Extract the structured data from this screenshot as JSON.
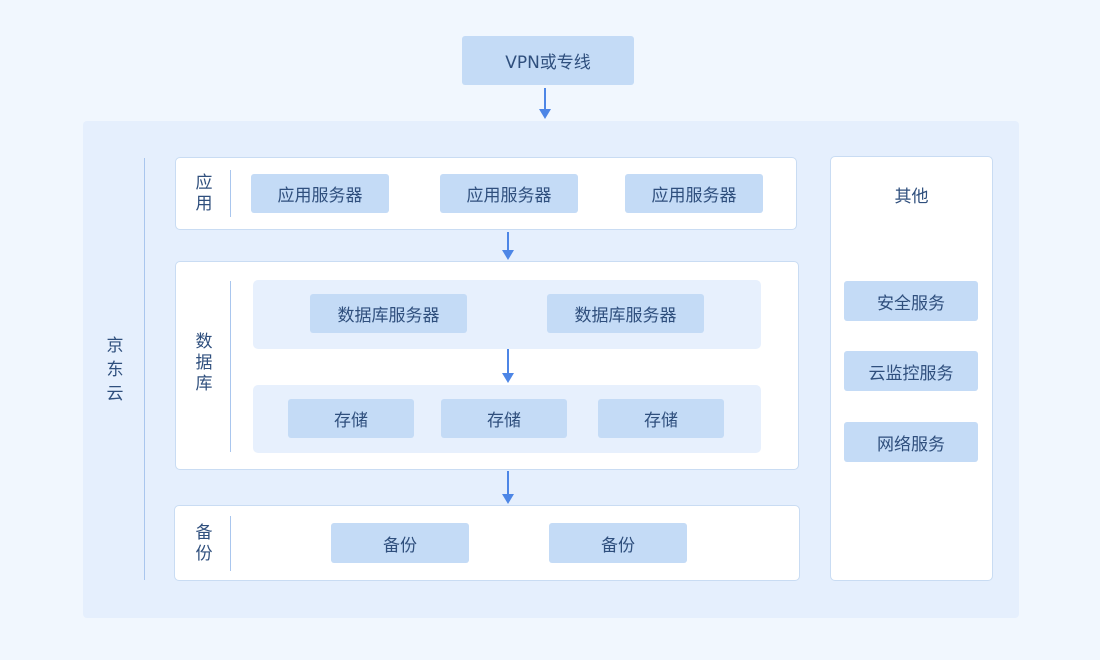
{
  "top_node": {
    "label": "VPN或专线"
  },
  "cloud": {
    "label_chars": [
      "京",
      "东",
      "云"
    ]
  },
  "app_layer": {
    "label_chars": [
      "应",
      "用"
    ],
    "servers": [
      "应用服务器",
      "应用服务器",
      "应用服务器"
    ]
  },
  "db_layer": {
    "label_chars": [
      "数",
      "据",
      "库"
    ],
    "servers": [
      "数据库服务器",
      "数据库服务器"
    ],
    "storage": [
      "存储",
      "存储",
      "存储"
    ]
  },
  "backup_layer": {
    "label_chars": [
      "备",
      "份"
    ],
    "items": [
      "备份",
      "备份"
    ]
  },
  "other": {
    "title": "其他",
    "services": [
      "安全服务",
      "云监控服务",
      "网络服务"
    ]
  },
  "colors": {
    "page_bg": "#f1f7fe",
    "container_bg": "#e5effd",
    "node_fill": "#c4dbf6",
    "arrow": "#4d86e6"
  }
}
